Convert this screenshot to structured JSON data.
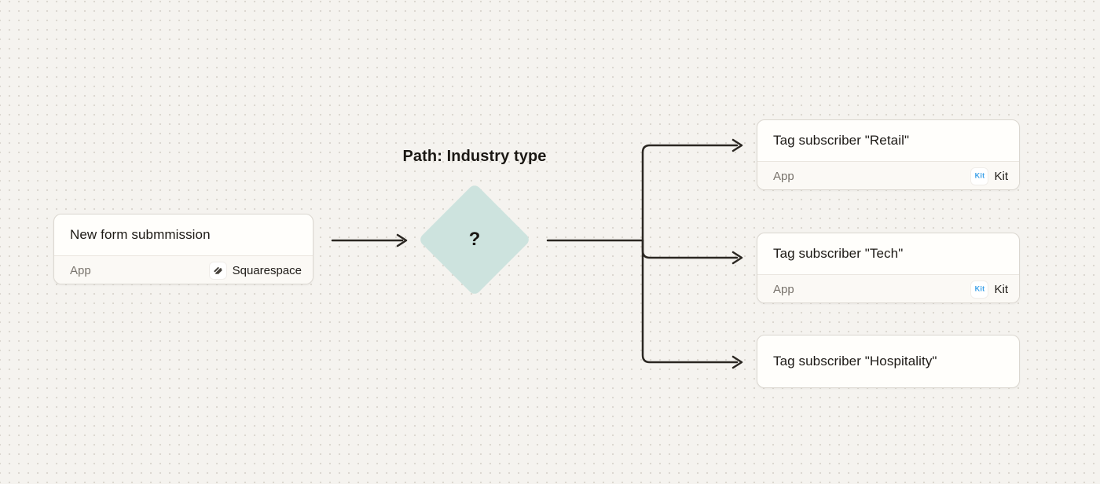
{
  "canvas": {
    "background_color": "#f5f3ef",
    "dot_color": "#dcd8d1",
    "line_color": "#2b2722"
  },
  "trigger_card": {
    "title": "New form submmission",
    "footer_label": "App",
    "app_name": "Squarespace"
  },
  "path_node": {
    "label": "Path: Industry type",
    "symbol": "?",
    "diamond_color": "#cde3de"
  },
  "action_cards": [
    {
      "title": "Tag subscriber \"Retail\"",
      "footer_label": "App",
      "app_name": "Kit",
      "badge_text": "Kit",
      "badge_color": "#3aa0e8"
    },
    {
      "title": "Tag subscriber \"Tech\"",
      "footer_label": "App",
      "app_name": "Kit",
      "badge_text": "Kit",
      "badge_color": "#3aa0e8"
    },
    {
      "title": "Tag subscriber \"Hospitality\""
    }
  ]
}
